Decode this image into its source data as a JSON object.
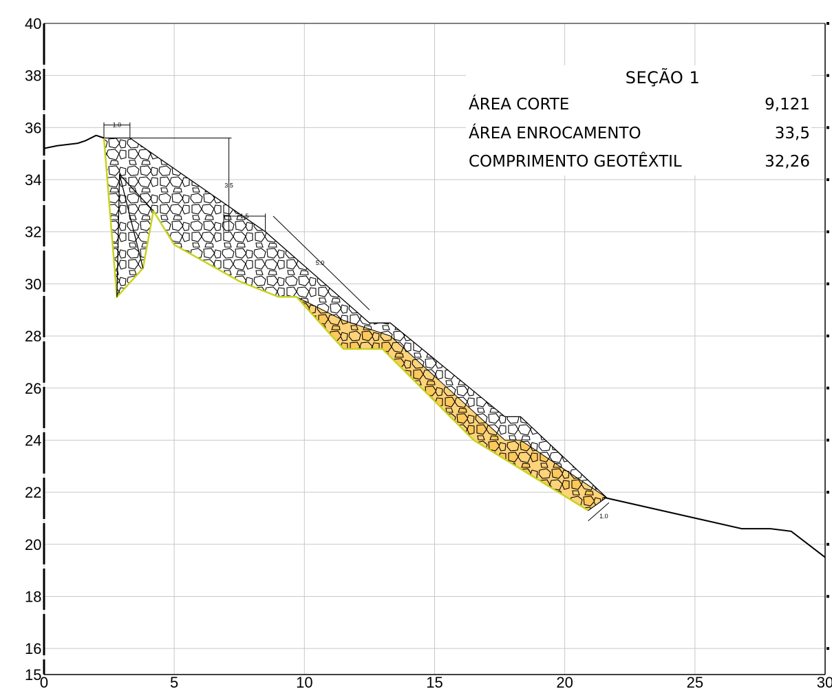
{
  "chart_data": {
    "type": "cross-section",
    "x_ticks": [
      "0",
      "5",
      "10",
      "15",
      "20",
      "25",
      "30"
    ],
    "y_ticks": [
      "40",
      "38",
      "36",
      "34",
      "32",
      "30",
      "28",
      "26",
      "24",
      "22",
      "20",
      "18",
      "16",
      "15"
    ],
    "xlim": [
      0,
      30
    ],
    "ylim": [
      15,
      40
    ],
    "grid": true,
    "terrain_profile": [
      [
        0,
        35.2
      ],
      [
        0.5,
        35.3
      ],
      [
        1.3,
        35.4
      ],
      [
        1.6,
        35.5
      ],
      [
        2.0,
        35.7
      ],
      [
        2.3,
        35.6
      ]
    ],
    "terrain_profile_right": [
      [
        21.5,
        21.8
      ],
      [
        26.8,
        20.6
      ],
      [
        27.9,
        20.6
      ],
      [
        28.7,
        20.5
      ],
      [
        30,
        19.5
      ]
    ],
    "rock_fill_outline": [
      [
        2.3,
        35.6
      ],
      [
        3.3,
        35.6
      ],
      [
        8.5,
        32.0
      ],
      [
        12.5,
        28.5
      ],
      [
        13.3,
        28.5
      ],
      [
        17.7,
        24.9
      ],
      [
        18.3,
        24.9
      ],
      [
        21.6,
        21.8
      ],
      [
        20.9,
        21.3
      ],
      [
        16.5,
        24.0
      ],
      [
        13.0,
        27.5
      ],
      [
        11.5,
        27.5
      ],
      [
        9.7,
        29.5
      ],
      [
        9.0,
        29.5
      ],
      [
        7.5,
        30.1
      ],
      [
        5.0,
        31.5
      ],
      [
        4.2,
        32.8
      ],
      [
        3.8,
        30.6
      ],
      [
        2.8,
        29.5
      ]
    ],
    "excavation_fill_outline": [
      [
        9.7,
        29.5
      ],
      [
        11.5,
        28.6
      ],
      [
        13.3,
        28.0
      ],
      [
        17.7,
        24.0
      ],
      [
        18.3,
        24.0
      ],
      [
        21.6,
        21.8
      ],
      [
        20.9,
        21.3
      ],
      [
        16.5,
        24.0
      ],
      [
        13.0,
        27.5
      ],
      [
        11.5,
        27.5
      ]
    ],
    "dimensions": [
      "1.0",
      "3.5",
      "1.5",
      "5.0",
      "1.0"
    ],
    "colors": {
      "grid": "#c8c8c8",
      "cut_fill": "#ffd37a",
      "cut_outline": "#c8d21e",
      "line": "#000000"
    }
  },
  "section": {
    "title": "SEÇÃO 1",
    "rows": [
      {
        "label": "ÁREA CORTE",
        "value": "9,121"
      },
      {
        "label": "ÁREA ENROCAMENTO",
        "value": "33,5"
      },
      {
        "label": "COMPRIMENTO GEOTÊXTIL",
        "value": "32,26"
      }
    ]
  }
}
